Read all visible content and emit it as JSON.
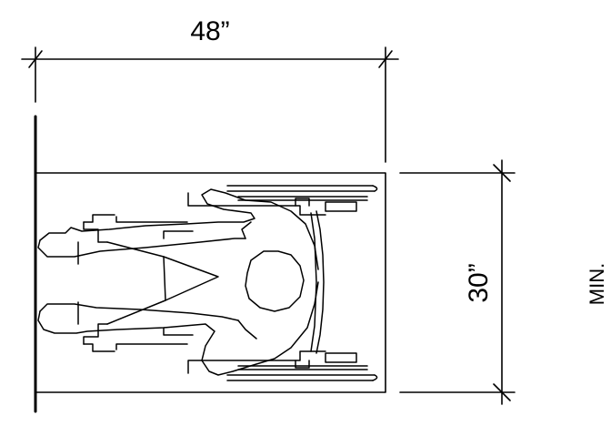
{
  "dimensions": {
    "width_label": "48”",
    "depth_label": "30”",
    "min_label": "MIN."
  },
  "colors": {
    "line": "#000000",
    "background": "#ffffff"
  }
}
